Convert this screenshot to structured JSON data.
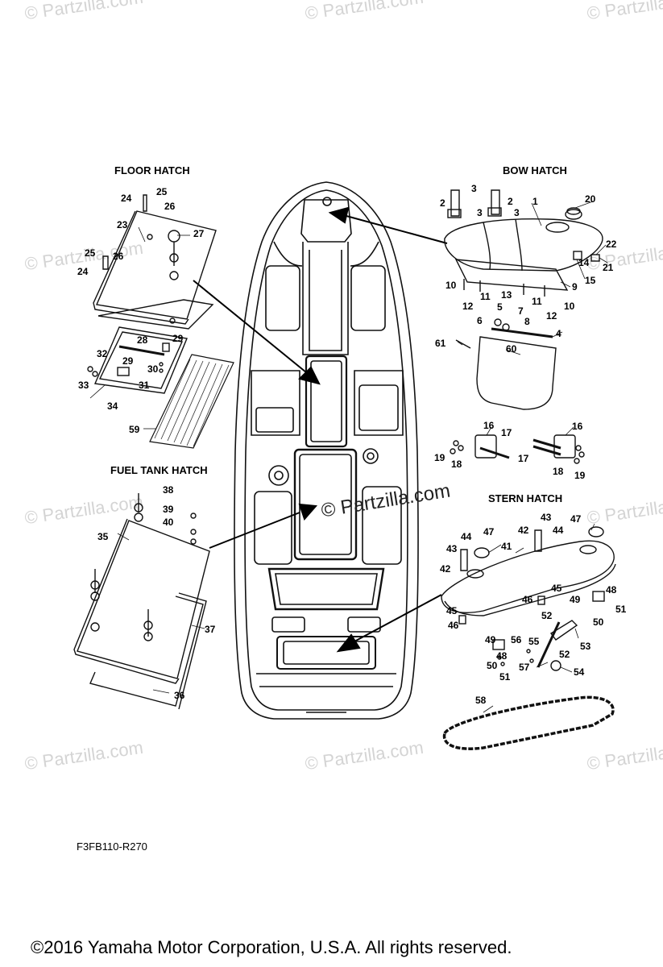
{
  "section_titles": {
    "floor_hatch": "FLOOR HATCH",
    "bow_hatch": "BOW HATCH",
    "fuel_tank_hatch": "FUEL TANK HATCH",
    "stern_hatch": "STERN HATCH"
  },
  "watermark": "© Partzilla.com",
  "diagram_code": "F3FB110-R270",
  "copyright": "©2016  Yamaha Motor Corporation, U.S.A. All rights reserved.",
  "part_numbers": [
    "1",
    "2",
    "2",
    "3",
    "3",
    "3",
    "4",
    "5",
    "6",
    "7",
    "8",
    "9",
    "10",
    "10",
    "11",
    "11",
    "12",
    "12",
    "13",
    "14",
    "15",
    "16",
    "16",
    "17",
    "17",
    "18",
    "18",
    "19",
    "19",
    "20",
    "21",
    "22",
    "23",
    "24",
    "24",
    "25",
    "25",
    "26",
    "26",
    "27",
    "28",
    "29",
    "29",
    "30",
    "31",
    "32",
    "33",
    "34",
    "35",
    "36",
    "37",
    "38",
    "39",
    "40",
    "41",
    "42",
    "42",
    "43",
    "43",
    "44",
    "44",
    "45",
    "45",
    "46",
    "46",
    "47",
    "47",
    "48",
    "48",
    "49",
    "49",
    "50",
    "50",
    "51",
    "51",
    "52",
    "52",
    "53",
    "54",
    "55",
    "56",
    "57",
    "58",
    "59",
    "60",
    "61"
  ]
}
